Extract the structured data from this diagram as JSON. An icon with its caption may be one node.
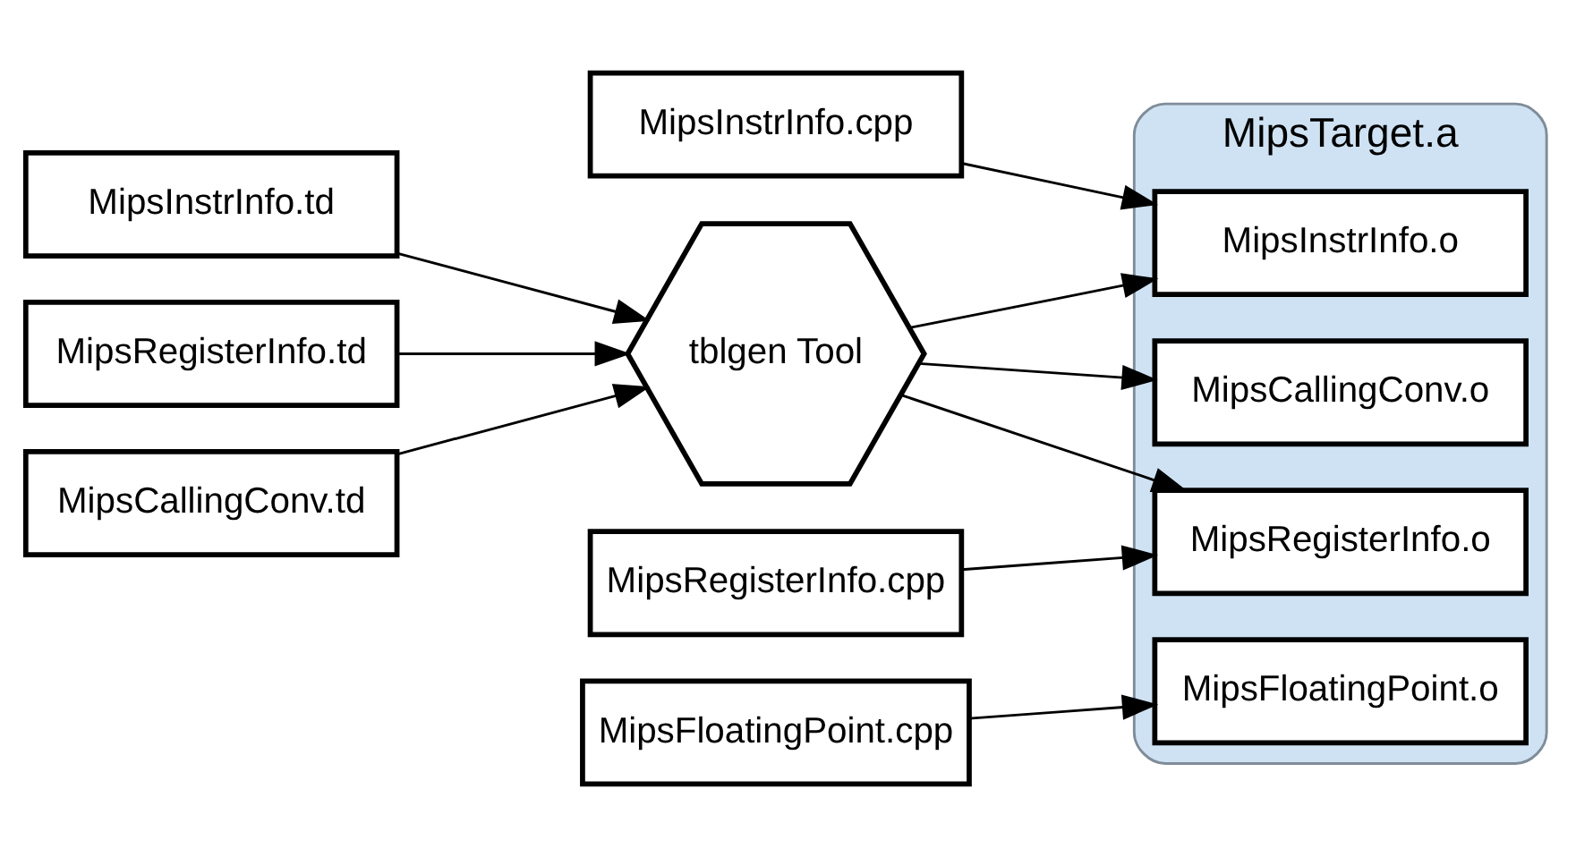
{
  "diagram": {
    "nodes": [
      {
        "text": [
          "MipsTarget.a"
        ]
      },
      {
        "text": [
          "MipsInstrInfo.td"
        ]
      },
      {
        "text": [
          "MipsRegisterInfo.td"
        ]
      },
      {
        "text": [
          "MipsCallingConv.td"
        ]
      },
      {
        "text": [
          "tblgen Tool"
        ]
      },
      {
        "text": [
          "MipsInstrInfo.o"
        ],
        "in": 0
      },
      {
        "text": [
          "MipsRegisterInfo.o"
        ],
        "in": 0
      },
      {
        "text": [
          "MipsCallingConv.o"
        ],
        "in": 0
      },
      {
        "text": [
          "MipsFloatingPoint.o"
        ],
        "in": 0
      },
      {
        "text": [
          "MipsInstrInfo.cpp"
        ]
      },
      {
        "text": [
          "MipsRegisterInfo.cpp"
        ]
      },
      {
        "text": [
          "MipsFloatingPoint.cpp"
        ]
      }
    ],
    "edges": [
      {
        "from": 1,
        "to": 4,
        "arrow": "to"
      },
      {
        "from": 2,
        "to": 4,
        "arrow": "to"
      },
      {
        "from": 3,
        "to": 4,
        "arrow": "to"
      },
      {
        "from": 4,
        "to": 5,
        "arrow": "to"
      },
      {
        "from": 4,
        "to": 6,
        "arrow": "to"
      },
      {
        "from": 4,
        "to": 7,
        "arrow": "to"
      },
      {
        "from": 9,
        "to": 5,
        "arrow": "to"
      },
      {
        "from": 10,
        "to": 6,
        "arrow": "to"
      },
      {
        "from": 11,
        "to": 8,
        "arrow": "to"
      }
    ]
  }
}
